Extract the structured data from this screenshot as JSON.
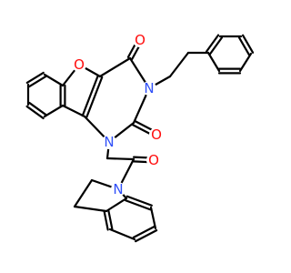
{
  "molecule": {
    "atoms": [
      {
        "id": "O_furan",
        "element": "O",
        "color": "#ff0d0d"
      },
      {
        "id": "O_c4",
        "element": "O",
        "color": "#ff0d0d"
      },
      {
        "id": "N3",
        "element": "N",
        "color": "#3050f8"
      },
      {
        "id": "O_c2",
        "element": "O",
        "color": "#ff0d0d"
      },
      {
        "id": "N1",
        "element": "N",
        "color": "#3050f8"
      },
      {
        "id": "O_amide",
        "element": "O",
        "color": "#ff0d0d"
      },
      {
        "id": "N_indoline",
        "element": "N",
        "color": "#3050f8"
      }
    ],
    "bond_color": "#000000"
  }
}
